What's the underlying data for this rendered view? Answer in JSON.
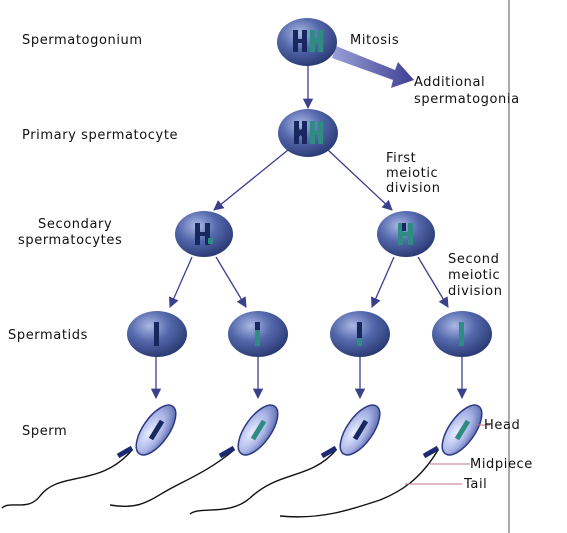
{
  "labels": {
    "spermatogonium": "Spermatogonium",
    "mitosis": "Mitosis",
    "additional_1": "Additional",
    "additional_2": "spermatogonia",
    "primary": "Primary spermatocyte",
    "first_1": "First",
    "first_2": "meiotic",
    "first_3": "division",
    "secondary_1": "Secondary",
    "secondary_2": "spermatocytes",
    "second_1": "Second",
    "second_2": "meiotic",
    "second_3": "division",
    "spermatids": "Spermatids",
    "sperm": "Sperm",
    "head": "Head",
    "midpiece": "Midpiece",
    "tail": "Tail"
  },
  "colors": {
    "cell_fill": "#4f64a6",
    "cell_highlight": "#aab8e4",
    "cell_shadow": "#24346c",
    "chromosome_dark": "#16285e",
    "chromosome_teal": "#2f8c82",
    "arrow": "#3b3f8c",
    "mitosis_arrow": "#5d5fb0",
    "leader_line": "#c07090"
  },
  "icons": [
    "cell-icon",
    "chromosome-icon",
    "sperm-cell-icon",
    "arrow-icon"
  ]
}
